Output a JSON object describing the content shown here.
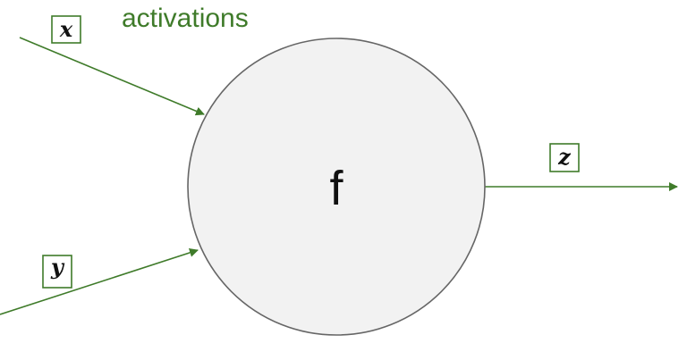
{
  "diagram": {
    "title": "activations",
    "node": {
      "label": "f",
      "fill": "#f2f2f2",
      "stroke": "#666666"
    },
    "inputs": [
      {
        "label": "x"
      },
      {
        "label": "y"
      }
    ],
    "output": {
      "label": "z"
    },
    "colors": {
      "accent": "#3f7b2a",
      "node_fill": "#f2f2f2",
      "node_stroke": "#666666"
    }
  }
}
